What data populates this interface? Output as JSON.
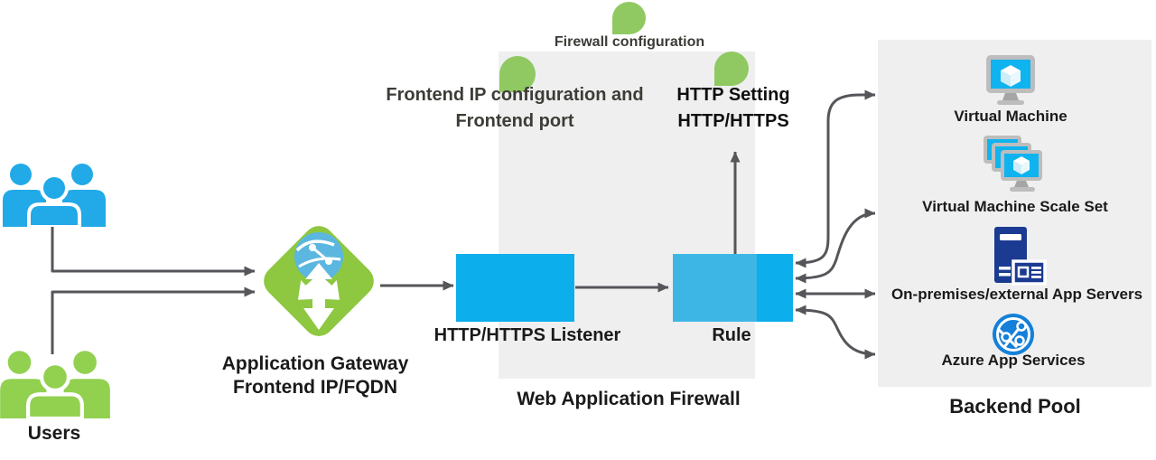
{
  "labels": {
    "users": "Users",
    "application_gateway_line1": "Application Gateway",
    "application_gateway_line2": "Frontend IP/FQDN",
    "firewall_configuration": "Firewall configuration",
    "frontend_ip_line1": "Frontend IP configuration and",
    "frontend_ip_line2": "Frontend port",
    "http_setting_line1": "HTTP Setting",
    "http_setting_line2": "HTTP/HTTPS",
    "listener": "HTTP/HTTPS Listener",
    "rule": "Rule",
    "web_application_firewall": "Web Application Firewall",
    "backend_pool": "Backend Pool"
  },
  "backend_items": [
    {
      "label": "Virtual Machine",
      "icon": "virtual-machine-icon"
    },
    {
      "label": "Virtual Machine Scale Set",
      "icon": "vm-scale-set-icon"
    },
    {
      "label": "On-premises/external App Servers",
      "icon": "on-premises-server-icon"
    },
    {
      "label": "Azure App Services",
      "icon": "azure-app-services-icon"
    }
  ],
  "colors": {
    "accent_blue": "#0CAEEC",
    "accent_blue_light": "#3DB6E6",
    "gateway_green": "#8EC740",
    "droplet_green": "#90C961",
    "users_green": "#92D050",
    "users_blue": "#22A9E7",
    "panel_gray": "#EFEFEF",
    "connector_gray": "#55565A",
    "server_navy": "#1B3A91",
    "app_service_blue": "#1480D9"
  }
}
